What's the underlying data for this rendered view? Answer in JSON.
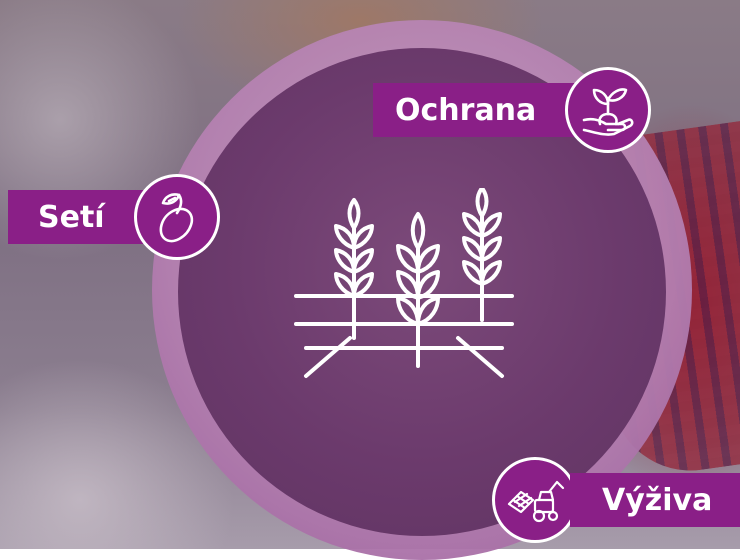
{
  "labels": {
    "seti": "Setí",
    "ochrana": "Ochrana",
    "vyziva": "Výživa"
  },
  "icons": {
    "center": "wheat-field-icon",
    "seti": "seed-sprout-icon",
    "ochrana": "hand-plant-icon",
    "vyziva": "tractor-field-icon"
  },
  "colors": {
    "accent": "#8a1f87",
    "ring": "#b47fb0",
    "inner": "#6b3a6c",
    "icon_stroke": "#ffffff"
  }
}
